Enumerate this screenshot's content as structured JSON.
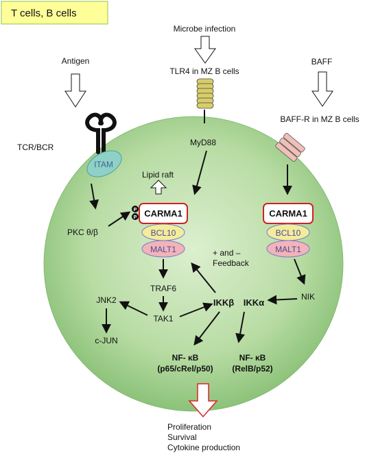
{
  "title": "T cells, B cells",
  "inputs": {
    "antigen": "Antigen",
    "microbe": "Microbe infection",
    "tlr4": "TLR4 in MZ B cells",
    "baff": "BAFF",
    "baffr": "BAFF-R in MZ B cells",
    "tcr_bcr": "TCR/BCR"
  },
  "nodes": {
    "itam": "ITAM",
    "myd88": "MyD88",
    "lipid_raft": "Lipid raft",
    "pkc": "PKC θ/β",
    "phospho": "P",
    "carma1_left": "CARMA1",
    "bcl10_left": "BCL10",
    "malt1_left": "MALT1",
    "carma1_right": "CARMA1",
    "bcl10_right": "BCL10",
    "malt1_right": "MALT1",
    "feedback_line1": "+ and –",
    "feedback_line2": "Feedback",
    "traf6": "TRAF6",
    "tak1": "TAK1",
    "jnk2": "JNK2",
    "cjun": "c-JUN",
    "ikkb": "IKKβ",
    "ikka": "IKKα",
    "nik": "NIK",
    "nfkb_left_line1": "NF- κB",
    "nfkb_left_line2": "(p65/cRel/p50)",
    "nfkb_right_line1": "NF- κB",
    "nfkb_right_line2": "(RelB/p52)"
  },
  "outputs": [
    "Proliferation",
    "Survival",
    "Cytokine production"
  ],
  "colors": {
    "title_box_fill": "#ffff99",
    "title_box_stroke": "#8fc24a",
    "cell_center": "#d8ecc8",
    "cell_edge": "#8fc27a",
    "itam_fill": "#8fd0c8",
    "carma1_stroke": "#cc2222",
    "bcl10_fill": "#f3ec9a",
    "malt1_fill": "#f2b4b8",
    "protein_stroke": "#7a7acc",
    "tlr4_fill": "#d8cc6a",
    "baffr_fill": "#f1bfb8",
    "output_arrow_stroke": "#dd2222"
  }
}
